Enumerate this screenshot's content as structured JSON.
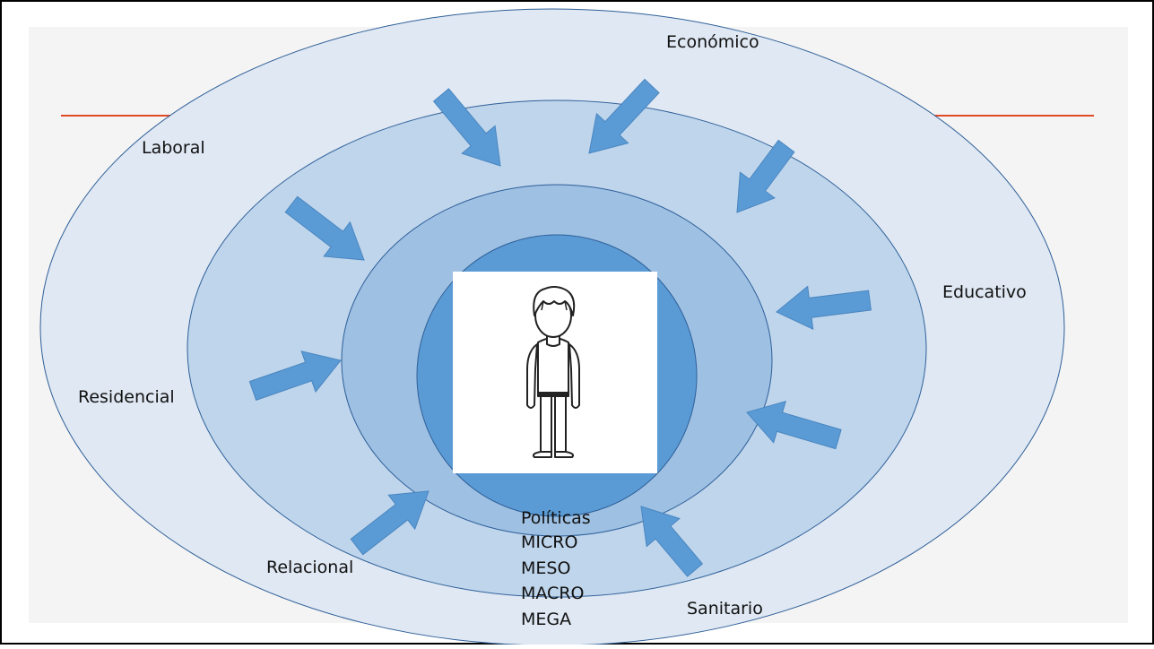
{
  "diagram": {
    "center_figure": "person-figure",
    "outer_labels": [
      {
        "id": "economico",
        "text": "Económico"
      },
      {
        "id": "laboral",
        "text": "Laboral"
      },
      {
        "id": "educativo",
        "text": "Educativo"
      },
      {
        "id": "residencial",
        "text": "Residencial"
      },
      {
        "id": "relacional",
        "text": "Relacional"
      },
      {
        "id": "sanitario",
        "text": "Sanitario"
      }
    ],
    "levels": [
      "Políticas",
      "MICRO",
      "MESO",
      "MACRO",
      "MEGA"
    ]
  },
  "colors": {
    "background": "#f4f4f4",
    "frame_border": "#000000",
    "ring_1": "#dfe8f3",
    "ring_2": "#bed5ec",
    "ring_3": "#9dc0e3",
    "ring_4": "#5b9bd5",
    "ring_stroke": "#2f5f98",
    "arrow_fill": "#5b9bd5",
    "arrow_stroke": "#4a86c0",
    "accent_line": "#e04a25"
  }
}
